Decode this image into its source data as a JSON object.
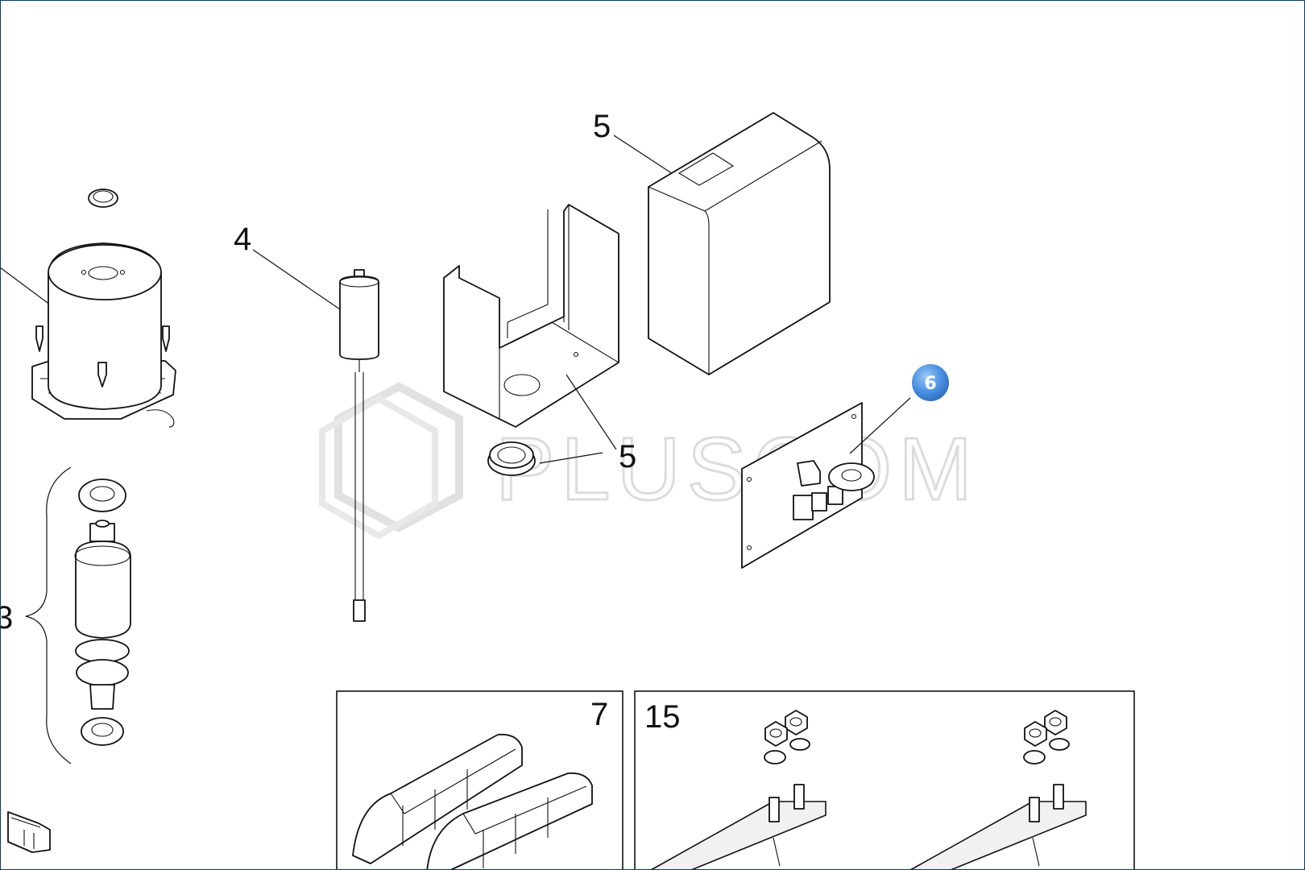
{
  "watermark": {
    "text": "PLUSCOM"
  },
  "callouts": {
    "item_3": "3",
    "item_4": "4",
    "item_5_cover": "5",
    "item_5_box": "5",
    "item_7": "7",
    "item_15": "15"
  },
  "highlight_badge": {
    "label": "6",
    "color": "#4a90e2"
  }
}
